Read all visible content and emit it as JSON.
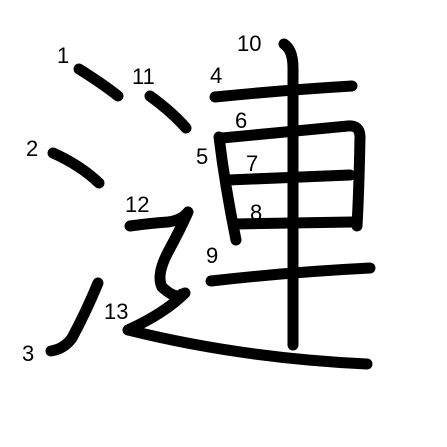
{
  "character": "漣",
  "colors": {
    "background": "#ffffff",
    "stroke": "#000000",
    "number": "#000000"
  },
  "strokes": [
    {
      "order": 1,
      "label": "1"
    },
    {
      "order": 2,
      "label": "2"
    },
    {
      "order": 3,
      "label": "3"
    },
    {
      "order": 4,
      "label": "4"
    },
    {
      "order": 5,
      "label": "5"
    },
    {
      "order": 6,
      "label": "6"
    },
    {
      "order": 7,
      "label": "7"
    },
    {
      "order": 8,
      "label": "8"
    },
    {
      "order": 9,
      "label": "9"
    },
    {
      "order": 10,
      "label": "10"
    },
    {
      "order": 11,
      "label": "11"
    },
    {
      "order": 12,
      "label": "12"
    },
    {
      "order": 13,
      "label": "13"
    }
  ]
}
